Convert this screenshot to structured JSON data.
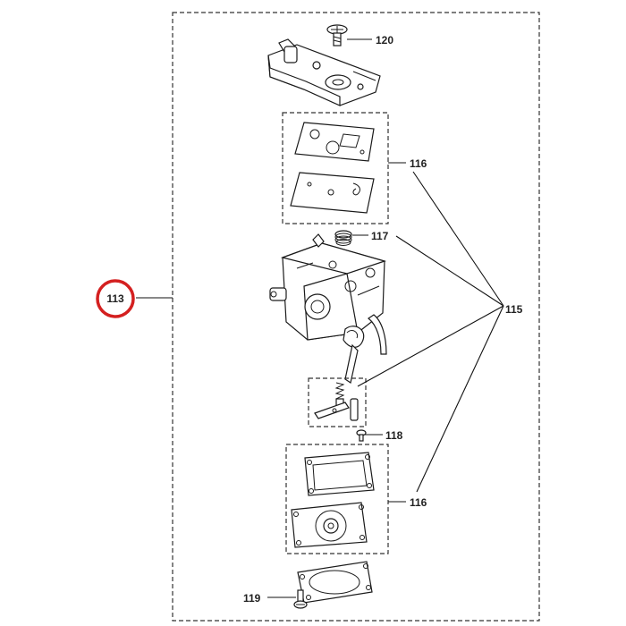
{
  "callouts": {
    "assembly": "113",
    "screw_top": "120",
    "gasket_top": "116",
    "strainer": "117",
    "kit": "115",
    "screw_small": "118",
    "gasket_bottom": "116",
    "screw_bottom": "119"
  },
  "colors": {
    "highlight_circle": "#d42020",
    "line": "#1a1a1a",
    "background": "#ffffff"
  }
}
